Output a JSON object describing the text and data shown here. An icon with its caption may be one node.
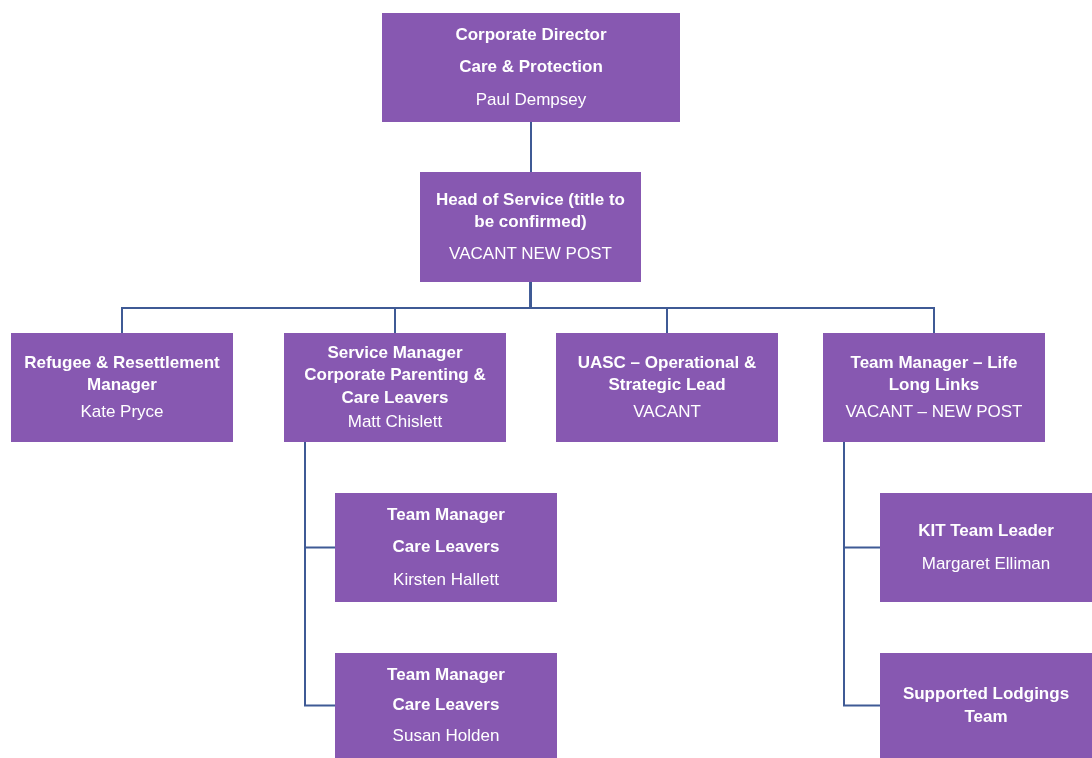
{
  "diagram": {
    "nodes": [
      {
        "text": [
          "Corporate Director",
          "Care & Protection",
          "Paul Dempsey"
        ]
      },
      {
        "text": [
          "Head of Service (title to be confirmed)",
          "VACANT NEW POST"
        ]
      },
      {
        "text": [
          "Refugee & Resettlement Manager",
          "Kate Pryce"
        ]
      },
      {
        "text": [
          "Service Manager Corporate Parenting & Care Leavers",
          "Matt Chislett"
        ]
      },
      {
        "text": [
          "UASC – Operational & Strategic Lead",
          "VACANT"
        ]
      },
      {
        "text": [
          "Team Manager – Life Long Links",
          "VACANT – NEW POST"
        ]
      },
      {
        "text": [
          "Team Manager",
          "Care Leavers",
          "Kirsten Hallett"
        ]
      },
      {
        "text": [
          "Team Manager",
          "Care Leavers",
          "Susan Holden"
        ]
      },
      {
        "text": [
          "KIT Team Leader",
          "Margaret Elliman"
        ]
      },
      {
        "text": [
          "Supported Lodgings Team"
        ]
      }
    ],
    "edges": [
      {
        "from": 0,
        "to": 1,
        "arrow": "none"
      },
      {
        "from": 1,
        "to": 2,
        "arrow": "none"
      },
      {
        "from": 1,
        "to": 3,
        "arrow": "none"
      },
      {
        "from": 1,
        "to": 4,
        "arrow": "none"
      },
      {
        "from": 1,
        "to": 5,
        "arrow": "none"
      },
      {
        "from": 3,
        "to": 6,
        "arrow": "none"
      },
      {
        "from": 3,
        "to": 7,
        "arrow": "none"
      },
      {
        "from": 5,
        "to": 8,
        "arrow": "none"
      },
      {
        "from": 5,
        "to": 9,
        "arrow": "none"
      }
    ]
  }
}
